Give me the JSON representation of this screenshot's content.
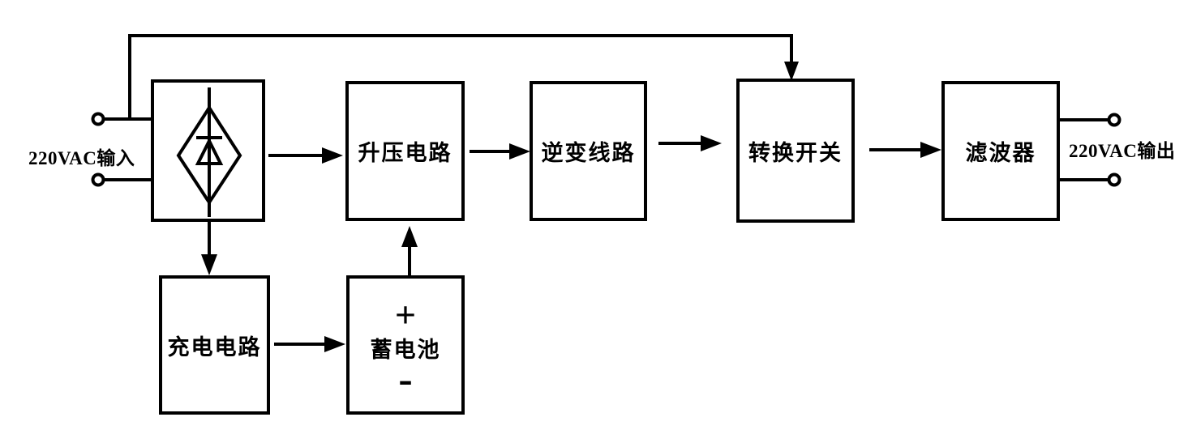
{
  "diagram": {
    "type": "block-diagram",
    "background_color": "#ffffff",
    "line_color": "#000000",
    "input": {
      "label": "220VAC输入"
    },
    "output": {
      "label": "220VAC输出"
    },
    "blocks": {
      "rectifier": {
        "label": "",
        "icon": "bridge-rectifier-diode-icon"
      },
      "boost": {
        "label": "升压电路"
      },
      "inverter": {
        "label": "逆变线路"
      },
      "transfer_switch": {
        "label": "转换开关"
      },
      "filter": {
        "label": "滤波器"
      },
      "charger": {
        "label": "充电电路"
      },
      "battery": {
        "label": "蓄电池",
        "plus": "+",
        "minus": "-"
      }
    },
    "connections": [
      {
        "from": "ac-input-terminals",
        "to": "rectifier",
        "type": "wire"
      },
      {
        "from": "ac-input-top-wire",
        "to": "transfer_switch",
        "type": "arrow",
        "note": "bypass line over top"
      },
      {
        "from": "rectifier",
        "to": "boost",
        "type": "arrow"
      },
      {
        "from": "boost",
        "to": "inverter",
        "type": "arrow"
      },
      {
        "from": "inverter",
        "to": "transfer_switch",
        "type": "arrow"
      },
      {
        "from": "transfer_switch",
        "to": "filter",
        "type": "arrow"
      },
      {
        "from": "filter",
        "to": "ac-output-terminals",
        "type": "wire"
      },
      {
        "from": "rectifier",
        "to": "charger",
        "type": "arrow",
        "direction": "down"
      },
      {
        "from": "charger",
        "to": "battery",
        "type": "arrow"
      },
      {
        "from": "battery",
        "to": "boost",
        "type": "arrow",
        "direction": "up"
      }
    ]
  }
}
